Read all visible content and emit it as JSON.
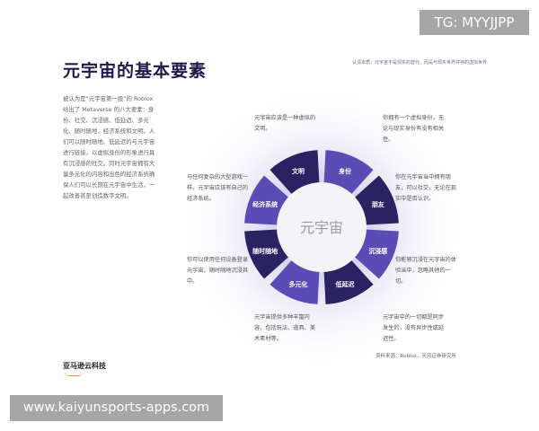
{
  "title": "元宇宙的基本要素",
  "subtitle": "认清本质：元宇宙不是现实的替代，而是与现实世界并存的虚拟世界",
  "intro": "被认为是“元宇宙第一股”的 Roblox 给出了 Metaverse 的八大要素：身份、社交、沉浸感、低延迟、多元化、随时随地、经济系统和文明。人们可以随时随地、低延迟的与元宇宙进行链接，以虚拟身份的形象进行具有沉浸感的社交。同时元宇宙拥有大量多元化的内容和出色的经济系统确保人们可以长期在元宇宙中生活，一起改善甚至创造数字文明。",
  "center": "元宇宙",
  "colors": {
    "dark": "#2a2262",
    "medium": "#5a4cb4",
    "title": "#1e1a4a"
  },
  "segments": [
    {
      "label": "身份",
      "caption": "你拥有一个虚拟身份，无论与现实身份有没有相关性。"
    },
    {
      "label": "朋友",
      "caption": "你在元宇宙当中拥有朋友，可以社交，无论在现实中是否认识。"
    },
    {
      "label": "沉浸感",
      "caption": "你能够沉浸在元宇宙的体验当中，忽略其他的一切。"
    },
    {
      "label": "低延迟",
      "caption": "元宇宙中的一切都是同步发生的，没有异步性或延迟性。"
    },
    {
      "label": "多元化",
      "caption": "元宇宙提供多种丰富内容，包括玩法、道具、美术素材等。"
    },
    {
      "label": "随时随地",
      "caption": "你可以使用任何设备登录元宇宙，随时随地沉浸其中。"
    },
    {
      "label": "经济系统",
      "caption": "与任何复杂的大型游戏一样，元宇宙应该有自己的经济系统。"
    },
    {
      "label": "文明",
      "caption": "元宇宙应该是一种虚拟的文明。"
    }
  ],
  "source": "资料来源：Roblox，天风证券研究所",
  "logo": "亚马逊云科技",
  "watermark_top": "TG: MYYJJPP",
  "watermark_bottom": "www.kaiyunsports-apps.com"
}
